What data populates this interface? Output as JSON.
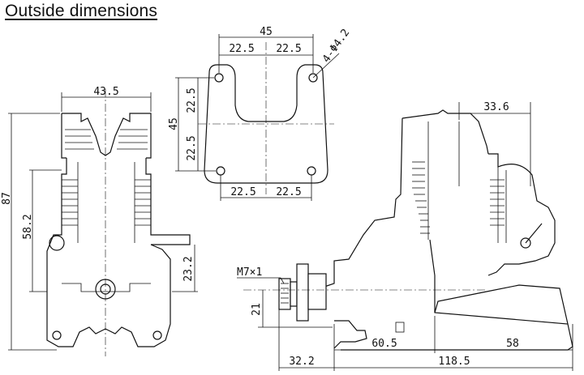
{
  "title": "Outside dimensions",
  "front": {
    "top_width": "43.5",
    "height": "87",
    "mid_height": "58.2",
    "side_offset": "23.2"
  },
  "mount": {
    "total_width": "45",
    "half_top_a": "22.5",
    "half_top_b": "22.5",
    "hole_label": "4-Φ4.2",
    "total_height": "45",
    "half_v_a": "22.5",
    "half_v_b": "22.5",
    "half_bot_a": "22.5",
    "half_bot_b": "22.5"
  },
  "side": {
    "top_offset": "33.6",
    "thread": "M7×1",
    "shaft_height": "21",
    "prop_len": "32.2",
    "center_to_mount": "60.5",
    "overall": "118.5",
    "rear_len": "58"
  }
}
